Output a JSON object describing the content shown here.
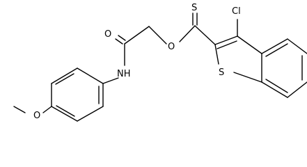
{
  "molecule": {
    "atoms": {
      "cl": "Cl",
      "s_thiocarbonyl": "S",
      "s_ring": "S",
      "o_ester": "O",
      "o_carbonyl": "O",
      "nh": "NH",
      "o_methoxy": "O"
    }
  }
}
